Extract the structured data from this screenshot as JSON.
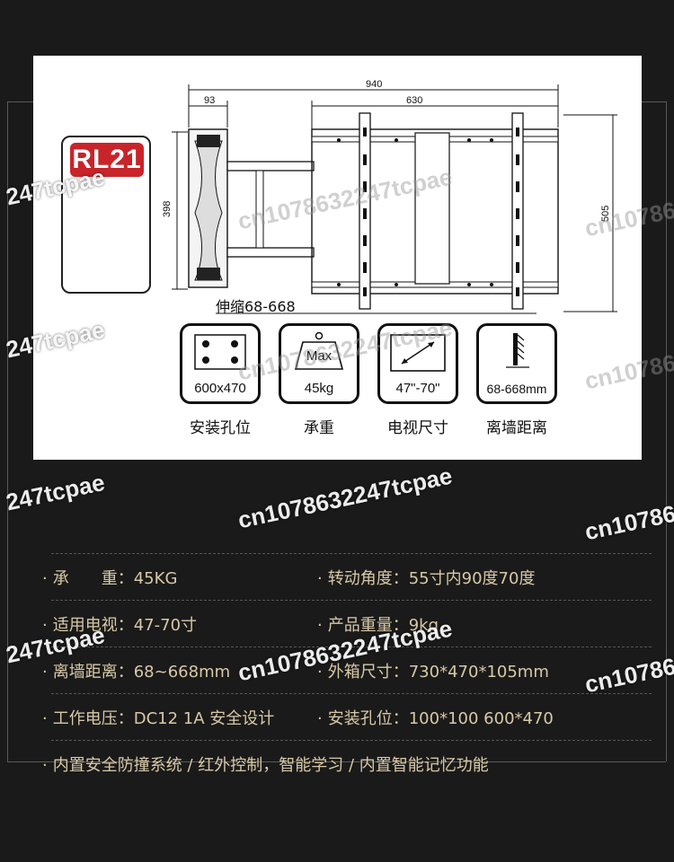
{
  "brand": {
    "model": "RL21"
  },
  "diagram": {
    "dimensions": {
      "overall_width": "940",
      "plate_width": "630",
      "arm_width": "93",
      "arm_height": "398",
      "tv_height": "505"
    },
    "telescope_label": "伸缩68-668"
  },
  "icons": [
    {
      "name": "mounting-holes",
      "value": "600x470",
      "caption": "安装孔位"
    },
    {
      "name": "load",
      "badge": "Max",
      "value": "45kg",
      "caption": "承重"
    },
    {
      "name": "tv-size",
      "value": "47\"-70\"",
      "caption": "电视尺寸"
    },
    {
      "name": "wall-distance",
      "value": "68-668mm",
      "caption": "离墙距离"
    }
  ],
  "specs": {
    "rows": [
      {
        "left": "承　　重：45KG",
        "right": "转动角度：55寸内90度70度"
      },
      {
        "left": "适用电视：47-70寸",
        "right": "产品重量：9kg"
      },
      {
        "left": "离墙距离：68~668mm",
        "right": "外箱尺寸：730*470*105mm"
      },
      {
        "left": "工作电压：DC12 1A 安全设计",
        "right": "安装孔位：100*100  600*470"
      }
    ],
    "footer": "内置安全防撞系统 / 红外控制，智能学习 / 内置智能记忆功能"
  },
  "watermarks": {
    "short": "247tcpae",
    "long": "cn10786322",
    "full": "cn1078632247tcpae",
    "edge": "cn10786"
  }
}
